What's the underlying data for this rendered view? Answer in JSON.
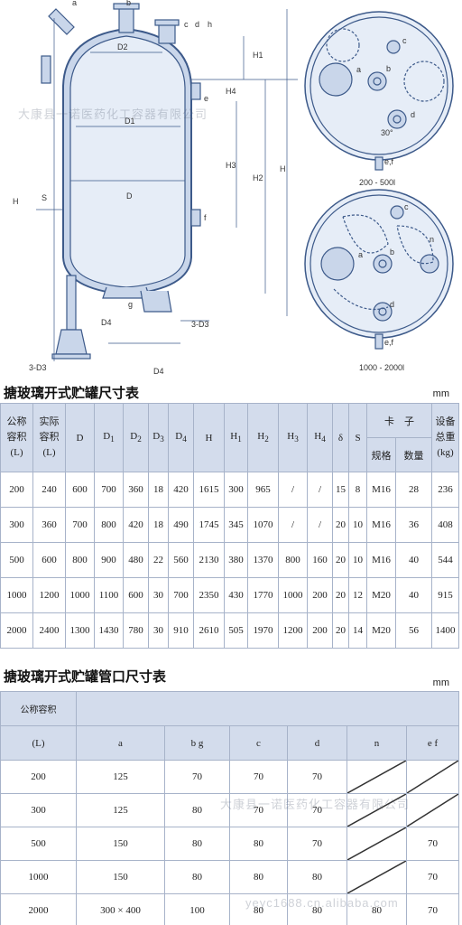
{
  "watermark": "大康县一诺医药化工容器有限公司",
  "watermark_bottom": "yeyc1688.cn.alibaba.com",
  "drawing": {
    "labels": {
      "a": "a",
      "b": "b",
      "c": "c",
      "d": "d",
      "h": "h",
      "e": "e",
      "f": "f",
      "g": "g",
      "D2": "D2",
      "D1": "D1",
      "D": "D",
      "D4": "D4",
      "S": "S",
      "H": "H",
      "H1": "H1",
      "H2": "H2",
      "H3": "H3",
      "H4": "H4",
      "D3_1": "3-D3",
      "D3_2": "3-D3",
      "angle": "30°",
      "ef": "e,f",
      "n": "n"
    },
    "top_view_1_caption": "200 - 500l",
    "top_view_2_caption": "1000 - 2000l"
  },
  "table1": {
    "title": "搪玻璃开式贮罐尺寸表",
    "unit": "mm",
    "headers": {
      "capacity": [
        "公称",
        "容积",
        "(L)"
      ],
      "actual": [
        "实际",
        "容积",
        "(L)"
      ],
      "D": "D",
      "D1": "D",
      "D1s": "1",
      "D2": "D",
      "D2s": "2",
      "D3": "D",
      "D3s": "3",
      "D4": "D",
      "D4s": "4",
      "H": "H",
      "H1": "H",
      "H1s": "1",
      "H2": "H",
      "H2s": "2",
      "H3": "H",
      "H3s": "3",
      "H4": "H",
      "H4s": "4",
      "delta": "δ",
      "S": "S",
      "clamp": "卡　子",
      "spec": "规格",
      "qty": "数量",
      "weight": [
        "设备",
        "总重",
        "(kg)"
      ]
    },
    "rows": [
      [
        "200",
        "240",
        "600",
        "700",
        "360",
        "18",
        "420",
        "1615",
        "300",
        "965",
        "/",
        "/",
        "15",
        "8",
        "M16",
        "28",
        "236"
      ],
      [
        "300",
        "360",
        "700",
        "800",
        "420",
        "18",
        "490",
        "1745",
        "345",
        "1070",
        "/",
        "/",
        "20",
        "10",
        "M16",
        "36",
        "408"
      ],
      [
        "500",
        "600",
        "800",
        "900",
        "480",
        "22",
        "560",
        "2130",
        "380",
        "1370",
        "800",
        "160",
        "20",
        "10",
        "M16",
        "40",
        "544"
      ],
      [
        "1000",
        "1200",
        "1000",
        "1100",
        "600",
        "30",
        "700",
        "2350",
        "430",
        "1770",
        "1000",
        "200",
        "20",
        "12",
        "M20",
        "40",
        "915"
      ],
      [
        "2000",
        "2400",
        "1300",
        "1430",
        "780",
        "30",
        "910",
        "2610",
        "505",
        "1970",
        "1200",
        "200",
        "20",
        "14",
        "M20",
        "56",
        "1400"
      ]
    ]
  },
  "table2": {
    "title": "搪玻璃开式贮罐管口尺寸表",
    "unit": "mm",
    "headers": {
      "capacity": "公称容积",
      "capacity_unit": "(L)",
      "a": "a",
      "bg": "b g",
      "c": "c",
      "d": "d",
      "n": "n",
      "ef": "e  f"
    },
    "rows": [
      [
        "200",
        "125",
        "70",
        "70",
        "70",
        "",
        ""
      ],
      [
        "300",
        "125",
        "80",
        "70",
        "70",
        "",
        ""
      ],
      [
        "500",
        "150",
        "80",
        "80",
        "70",
        "",
        "70"
      ],
      [
        "1000",
        "150",
        "80",
        "80",
        "80",
        "",
        "70"
      ],
      [
        "2000",
        "300 × 400",
        "100",
        "80",
        "80",
        "80",
        "70"
      ]
    ]
  },
  "colors": {
    "line": "#3d5a8a",
    "fill": "#c9d6ea",
    "header": "#d3dcec",
    "border": "#a7b3c9"
  }
}
